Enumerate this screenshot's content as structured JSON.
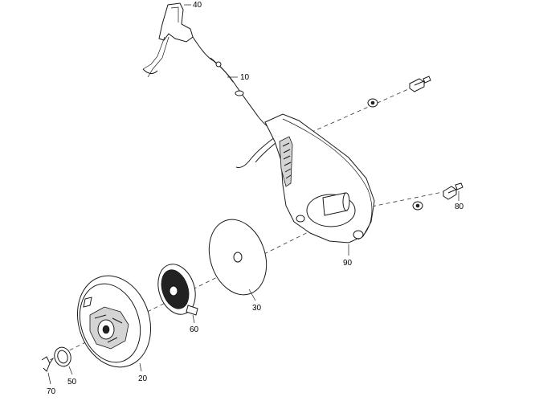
{
  "callouts": {
    "c40": "40",
    "c10": "10",
    "c90": "90",
    "c80": "80",
    "c30": "30",
    "c60": "60",
    "c20": "20",
    "c50": "50",
    "c70": "70"
  },
  "colors": {
    "line": "#1a1a1a",
    "background": "#ffffff",
    "shade": "#d4d4d4"
  }
}
